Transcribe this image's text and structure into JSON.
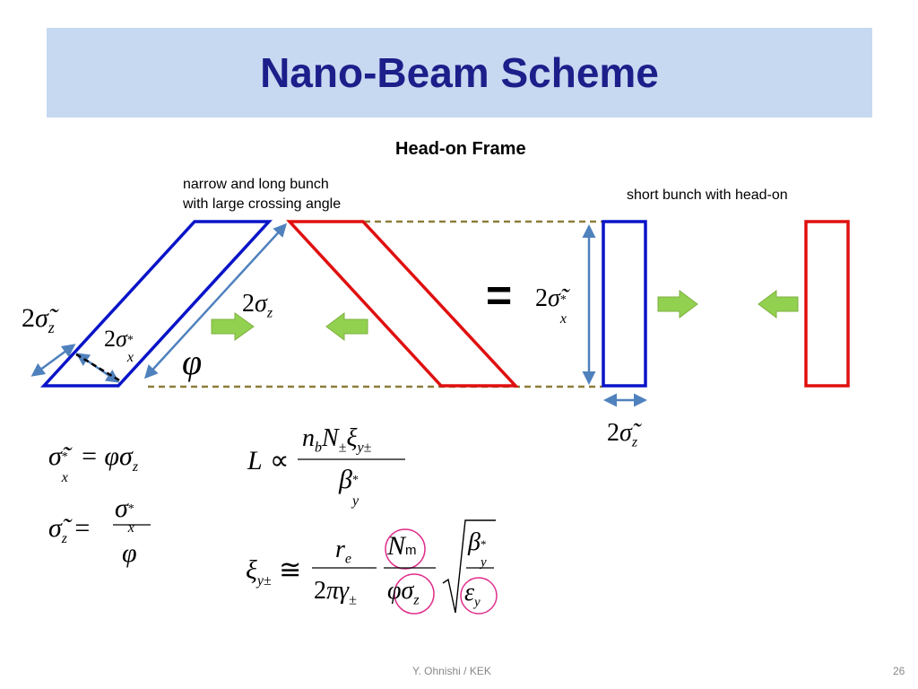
{
  "slide": {
    "title": "Nano-Beam Scheme",
    "subtitle": "Head-on Frame",
    "note_left_line1": "narrow and long bunch",
    "note_left_line2": "with large crossing angle",
    "note_right": "short bunch with head-on",
    "footer_author": "Y. Ohnishi / KEK",
    "page_number": "26"
  },
  "labels": {
    "two": "2",
    "sigma_tilde": "σ̃",
    "sigma": "σ",
    "phi": "φ",
    "sub_z": "z",
    "sub_x": "x",
    "star": "*",
    "equals_big": "=",
    "eq": "=",
    "proportional": "∝",
    "approx_eq": "≅",
    "L": "L",
    "n": "n",
    "sub_b": "b",
    "N": "N",
    "pm": "±",
    "xi": "ξ",
    "sub_y": "y",
    "beta": "β",
    "r": "r",
    "sub_e": "e",
    "pi": "π",
    "gamma": "γ",
    "epsilon": "ε",
    "m_mark": "m"
  },
  "colors": {
    "title_bg": "#c6d9f1",
    "title_text": "#1c1f8a",
    "beam_blue": "#0a14c8",
    "beam_red": "#e01010",
    "arrow_steel": "#4f81bd",
    "dashed_olive": "#8b7d3a",
    "green_arrow": "#92d050",
    "circle_pink": "#e0308c"
  },
  "icons": [
    "green-arrow-right-icon",
    "green-arrow-left-icon",
    "double-arrow-icon"
  ]
}
